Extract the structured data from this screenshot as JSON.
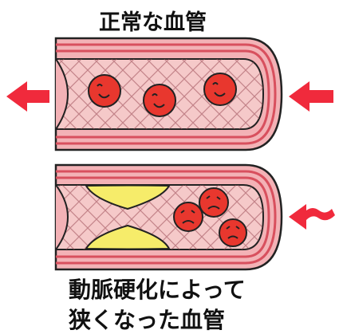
{
  "labels": {
    "normal_vessel": "正常な血管",
    "narrowed_line_1": "動脈硬化によって",
    "narrowed_line_2": "狭くなった血管"
  },
  "colors": {
    "wall_pink": "#f3b2b6",
    "wall_stripe": "#d8505e",
    "lumen_pink": "#f5c9c9",
    "blood_cell": "#e8372e",
    "arrow_red": "#f02a3c",
    "plaque_yellow": "#f6ec6a",
    "outline": "#222222"
  },
  "icons": [
    "flow-arrow-left-icon",
    "flow-arrow-right-icon",
    "wavy-arrow-icon",
    "smiling-blood-cell-icon",
    "distressed-blood-cell-icon"
  ]
}
